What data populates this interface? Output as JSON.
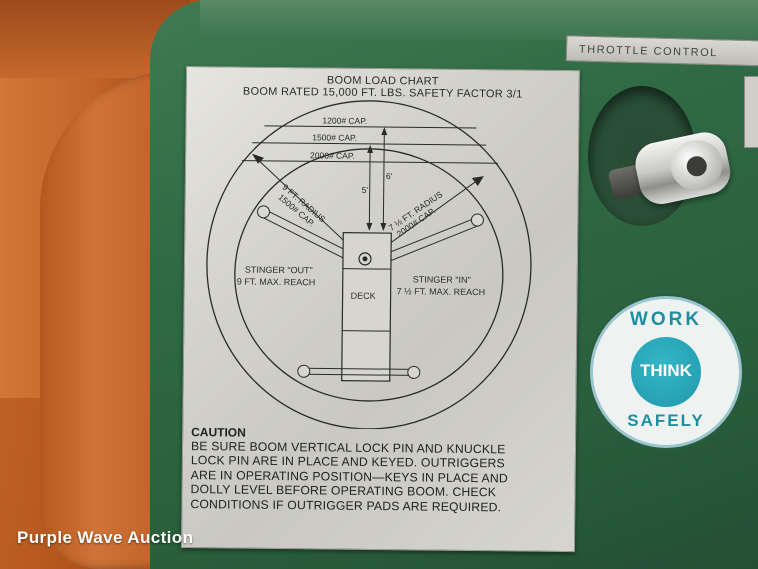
{
  "chart": {
    "title": "BOOM LOAD CHART",
    "subtitle": "BOOM RATED 15,000 FT. LBS. SAFETY FACTOR 3/1",
    "arc_labels": [
      "1200# CAP.",
      "1500# CAP.",
      "2000# CAP."
    ],
    "dim_labels": [
      "5'",
      "6'"
    ],
    "left_radius": [
      "9 FT. RADIUS",
      "1500# CAP."
    ],
    "right_radius": [
      "7 ½ FT. RADIUS",
      "2000# CAP."
    ],
    "stinger_out": [
      "STINGER \"OUT\"",
      "9 FT. MAX. REACH"
    ],
    "stinger_in": [
      "STINGER \"IN\"",
      "7 ½ FT. MAX. REACH"
    ],
    "deck_label": "DECK"
  },
  "caution": {
    "title": "CAUTION",
    "lines": [
      "BE SURE BOOM VERTICAL LOCK PIN AND KNUCKLE",
      "LOCK PIN ARE IN PLACE AND KEYED. OUTRIGGERS",
      "ARE IN OPERATING POSITION—KEYS IN PLACE AND",
      "DOLLY LEVEL BEFORE OPERATING BOOM. CHECK",
      "CONDITIONS IF OUTRIGGER PADS ARE REQUIRED."
    ]
  },
  "labels": {
    "throttle_plate": "THROTTLE CONTROL",
    "sticker_top": "WORK",
    "sticker_center": "THINK",
    "sticker_bottom": "SAFELY"
  },
  "watermark": "Purple Wave Auction",
  "colors": {
    "plate": "#d6d5d0",
    "green_body": "#2f6a44",
    "orange_panel": "#c4682a",
    "sticker_teal": "#1e98ab"
  }
}
